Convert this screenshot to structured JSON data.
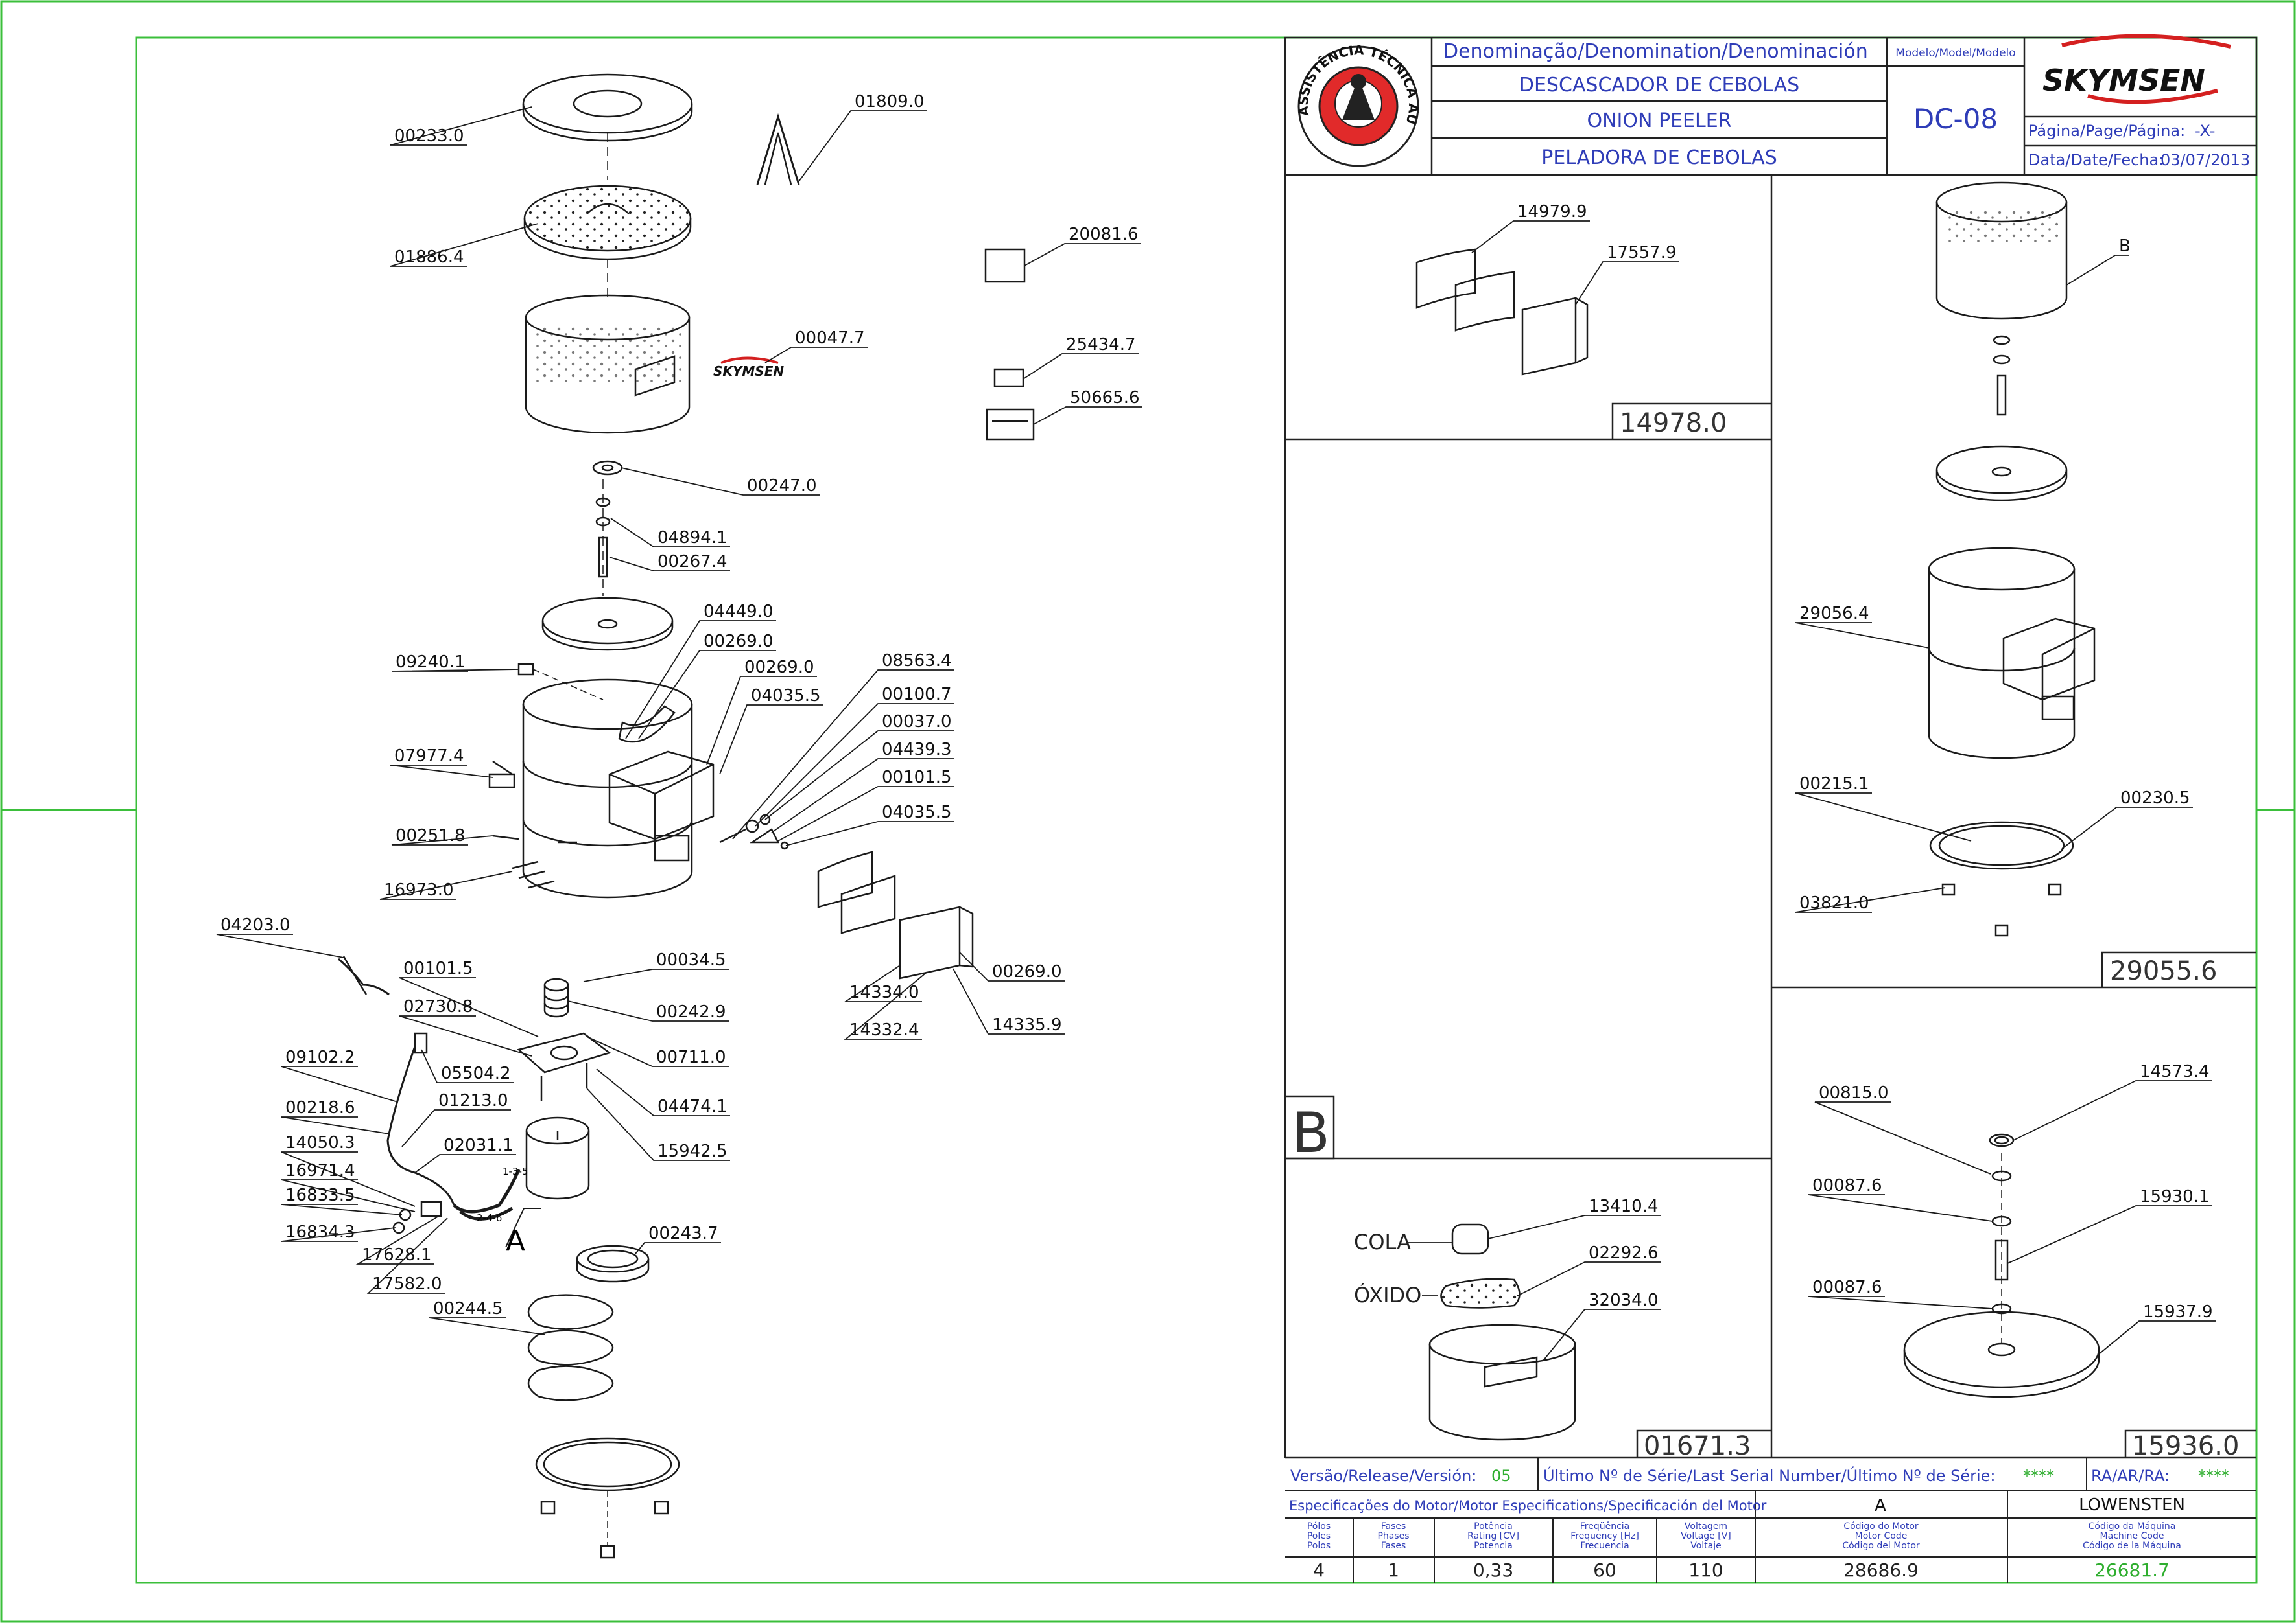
{
  "title_block": {
    "denomination_header": "Denominação/Denomination/Denominación",
    "name_pt": "DESCASCADOR DE CEBOLAS",
    "name_en": "ONION PEELER",
    "name_es": "PELADORA DE CEBOLAS",
    "model_header": "Modelo/Model/Modelo",
    "model": "DC-08",
    "brand": "SKYMSEN",
    "page_label": "Página/Page/Página:",
    "page_value": "-X-",
    "date_label": "Data/Date/Fecha:",
    "date_value": "03/07/2013",
    "seal_text": "ASSISTÊNCIA TÉCNICA AUTORIZADA"
  },
  "main_labels": [
    "00233.0",
    "01809.0",
    "01886.4",
    "20081.6",
    "00047.7",
    "25434.7",
    "50665.6",
    "00247.0",
    "04894.1",
    "00267.4",
    "04449.0",
    "00269.0",
    "09240.1",
    "00269.0",
    "08563.4",
    "04035.5",
    "00100.7",
    "00037.0",
    "07977.4",
    "04439.3",
    "00101.5",
    "00251.8",
    "04035.5",
    "16973.0",
    "04203.0",
    "00034.5",
    "00101.5",
    "00242.9",
    "02730.8",
    "00711.0",
    "00269.0",
    "14334.0",
    "14332.4",
    "14335.9",
    "09102.2",
    "05504.2",
    "04474.1",
    "01213.0",
    "00218.6",
    "02031.1",
    "15942.5",
    "14050.3",
    "16971.4",
    "16833.5",
    "16834.3",
    "17628.1",
    "17582.0",
    "00243.7",
    "00244.5"
  ],
  "wiring_marks": [
    "1-3-5",
    "2-4-6"
  ],
  "detail_a_letter": "A",
  "box_14978": {
    "labels": [
      "14979.9",
      "17557.9"
    ],
    "code": "14978.0"
  },
  "box_29055": {
    "labels": [
      "B",
      "29056.4",
      "00215.1",
      "00230.5",
      "03821.0"
    ],
    "code": "29055.6"
  },
  "box_01671": {
    "letter": "B",
    "labels": [
      "13410.4",
      "02292.6",
      "32034.0"
    ],
    "words": [
      "COLA",
      "ÓXIDO"
    ],
    "code": "01671.3"
  },
  "box_15936": {
    "labels": [
      "00815.0",
      "14573.4",
      "00087.6",
      "15930.1",
      "00087.6",
      "15937.9"
    ],
    "code": "15936.0"
  },
  "release": {
    "version_label": "Versão/Release/Versión:",
    "version_value": "05",
    "serial_label": "Último Nº de Série/Last Serial Number/Último Nº de Série:",
    "serial_value": "****",
    "ra_label": "RA/AR/RA:",
    "ra_value": "****"
  },
  "motor": {
    "header": "Especificações do Motor/Motor Especifications/Specificación del Motor",
    "motor_letter": "A",
    "maker": "LOWENSTEN",
    "columns": [
      [
        "Pólos",
        "Poles",
        "Polos"
      ],
      [
        "Fases",
        "Phases",
        "Fases"
      ],
      [
        "Potência",
        "Rating [CV]",
        "Potencia"
      ],
      [
        "Freqüência",
        "Frequency [Hz]",
        "Frecuencia"
      ],
      [
        "Voltagem",
        "Voltage [V]",
        "Voltaje"
      ],
      [
        "Código do Motor",
        "Motor Code",
        "Código del Motor"
      ],
      [
        "Código da Máquina",
        "Machine Code",
        "Código de la Máquina"
      ]
    ],
    "values": [
      "4",
      "1",
      "0,33",
      "60",
      "110",
      "28686.9",
      "26681.7"
    ]
  },
  "colors": {
    "frame": "#3bbf3b",
    "line": "#1a1a1a",
    "title_text": "#2f3db8",
    "brand": "#d42020"
  }
}
